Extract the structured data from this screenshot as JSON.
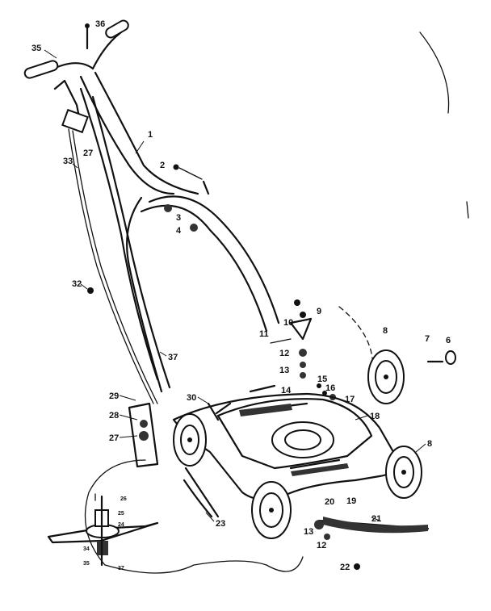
{
  "callouts": {
    "c36": "36",
    "c35": "35",
    "c1": "1",
    "c2": "2",
    "c3": "3",
    "c4": "4",
    "c27a": "27",
    "c33": "33",
    "c32": "32",
    "c37": "37",
    "c10": "10",
    "c9": "9",
    "c11": "11",
    "c12a": "12",
    "c13a": "13",
    "c14": "14",
    "c15": "15",
    "c16": "16",
    "c17": "17",
    "c8a": "8",
    "c7": "7",
    "c6": "6",
    "c18": "18",
    "c8b": "8",
    "c29": "29",
    "c28": "28",
    "c27b": "27",
    "c30": "30",
    "c20": "20",
    "c19": "19",
    "c21": "21",
    "c23": "23",
    "c13b": "13",
    "c12b": "12",
    "c22": "22",
    "c26": "26",
    "c25": "25",
    "c24": "24",
    "c34": "34",
    "c35b": "35",
    "c37b": "37"
  }
}
